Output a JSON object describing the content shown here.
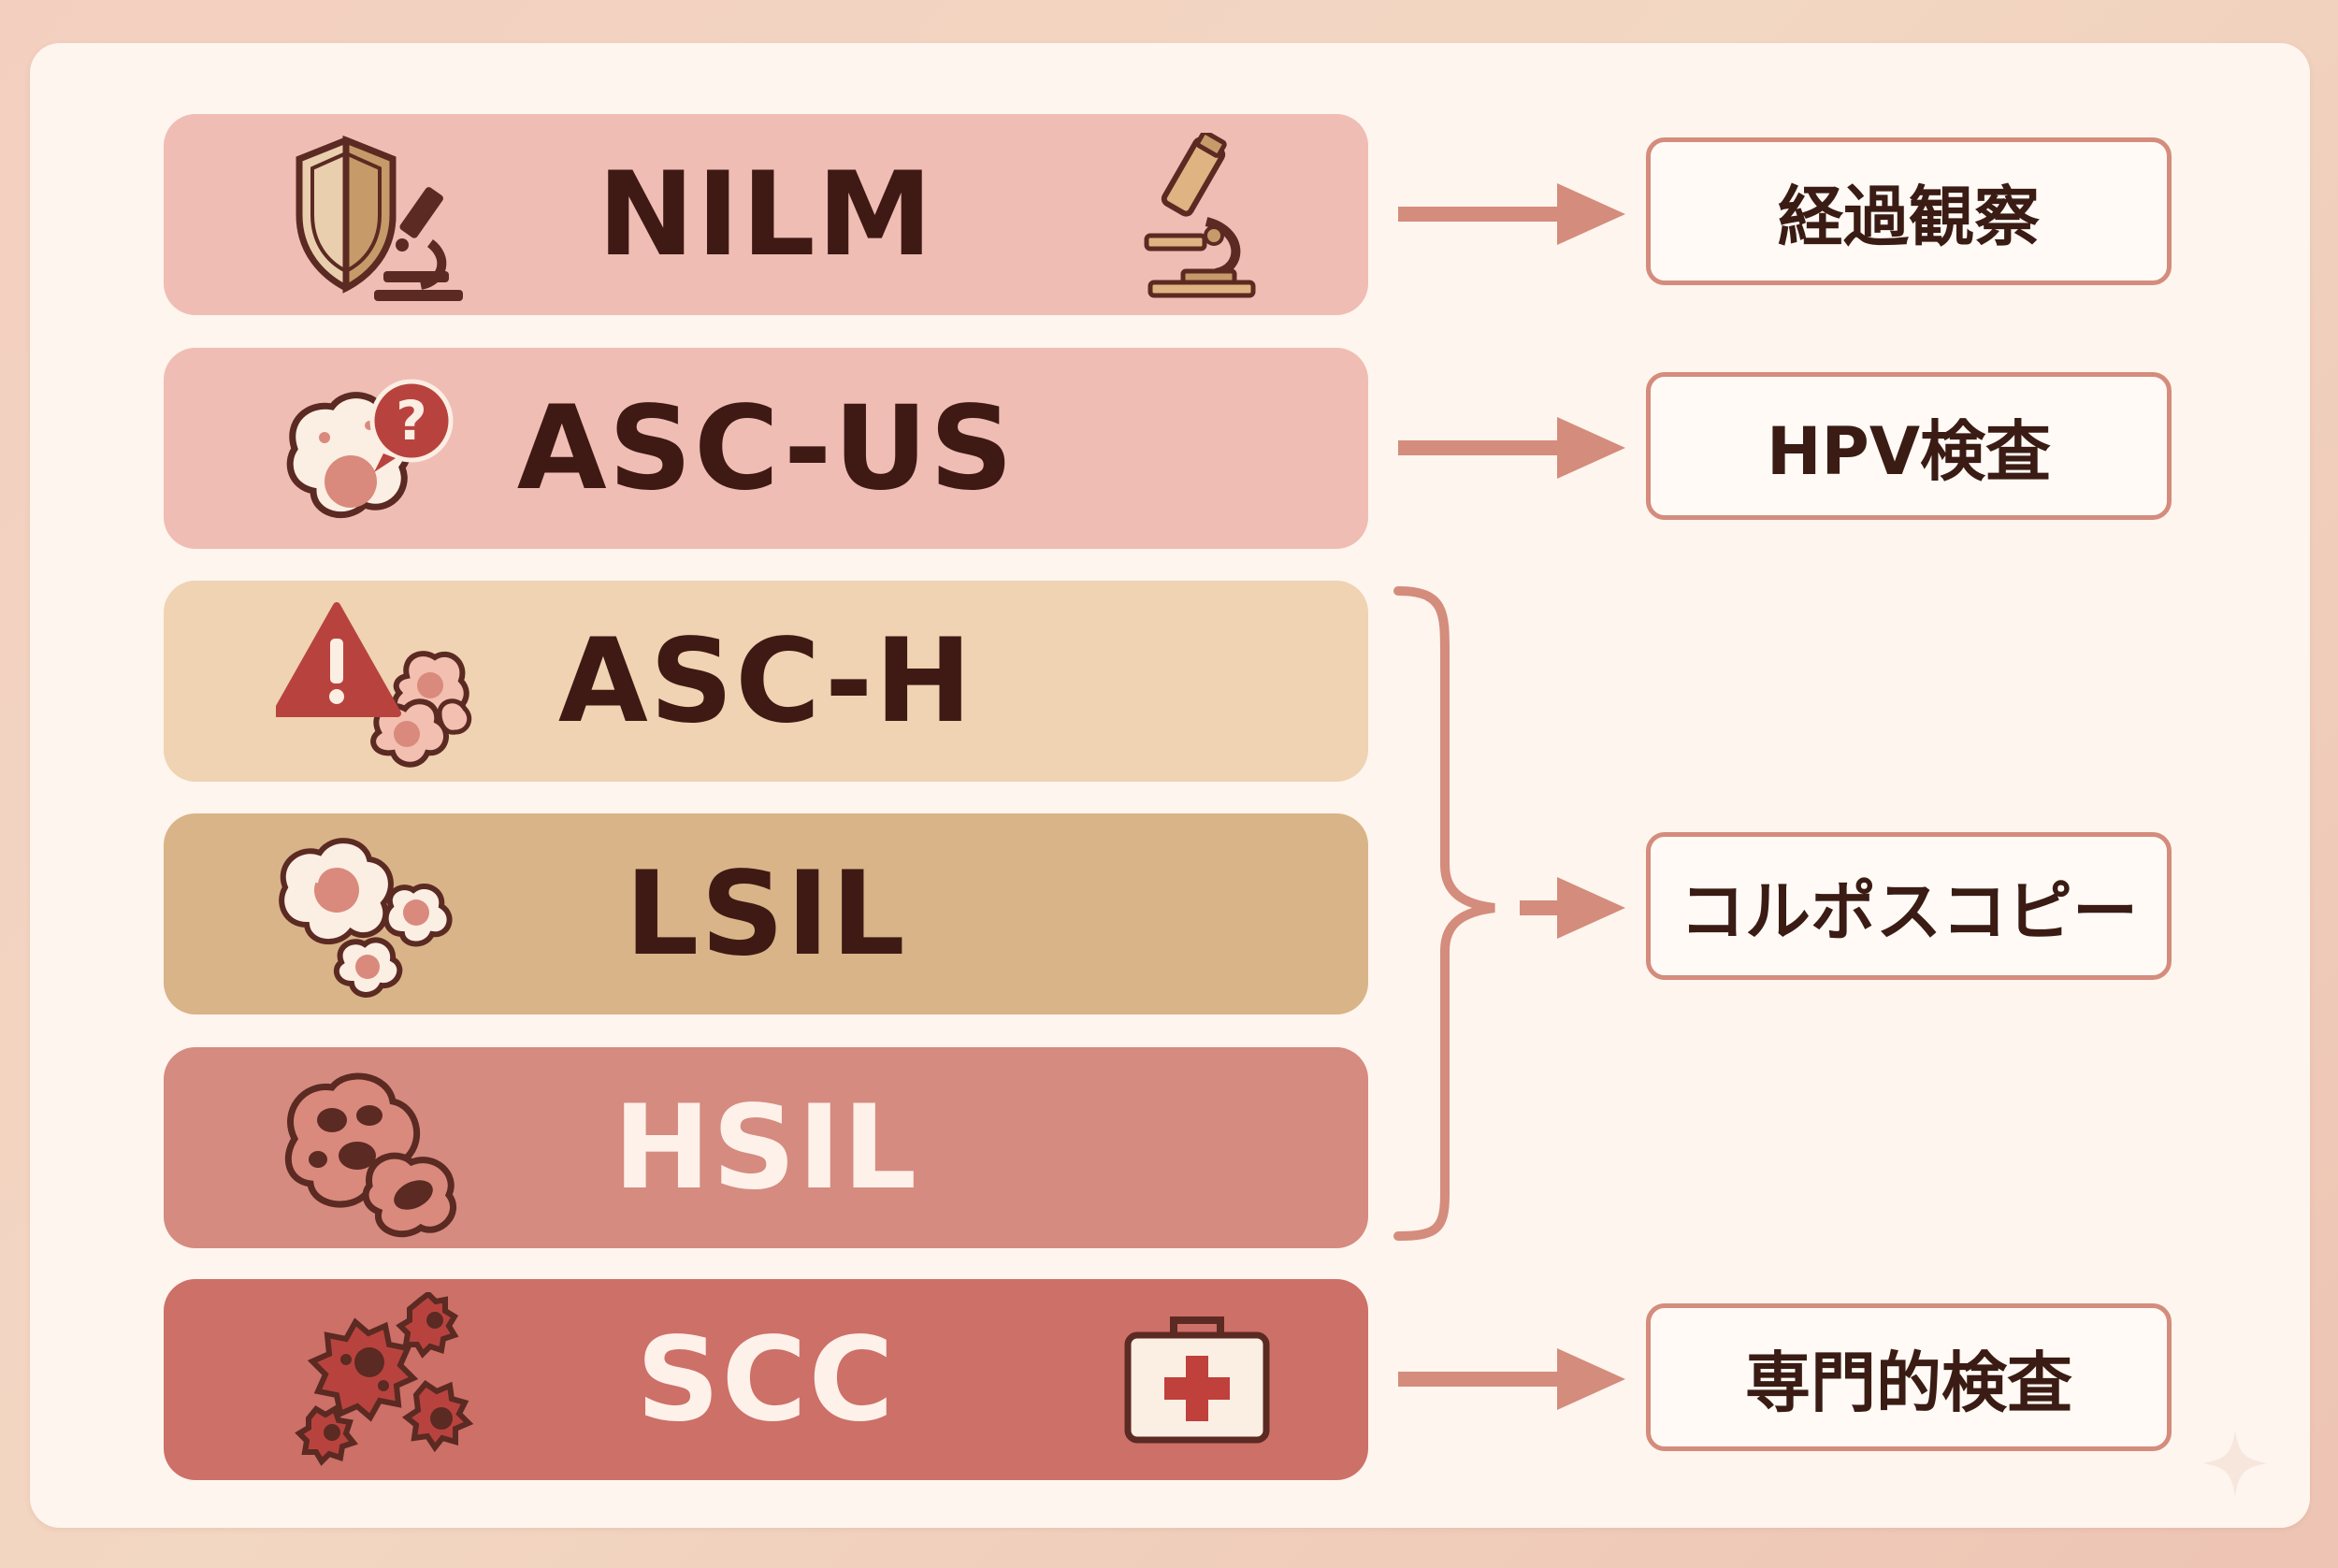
{
  "categories": [
    {
      "label": "NILM",
      "bg": "#efbdb4",
      "text": "#3f1a14"
    },
    {
      "label": "ASC-US",
      "bg": "#efbdb4",
      "text": "#3f1a14"
    },
    {
      "label": "ASC-H",
      "bg": "#efd3b2",
      "text": "#3f1a14"
    },
    {
      "label": "LSIL",
      "bg": "#d9b488",
      "text": "#3f1a14"
    },
    {
      "label": "HSIL",
      "bg": "#d58b80",
      "text": "#fdf1ea"
    },
    {
      "label": "SCC",
      "bg": "#cd7068",
      "text": "#fdf1ea"
    }
  ],
  "actions": {
    "observe": "経過観察",
    "hpv": "HPV検査",
    "colposcopy": "コルポスコピー",
    "specialist": "専門的検査"
  },
  "colors": {
    "arrow": "#d48c7c",
    "icon_dark": "#5b2a22",
    "icon_red": "#b8433e",
    "icon_tan": "#c79a6a"
  }
}
